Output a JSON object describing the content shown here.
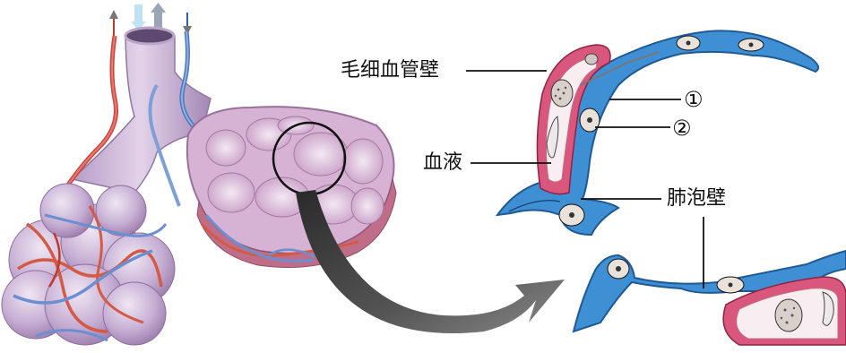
{
  "labels": {
    "capillary_wall": "毛细血管壁",
    "blood": "血液",
    "marker_1": "①",
    "marker_2": "②",
    "alveolar_wall": "肺泡壁"
  }
}
